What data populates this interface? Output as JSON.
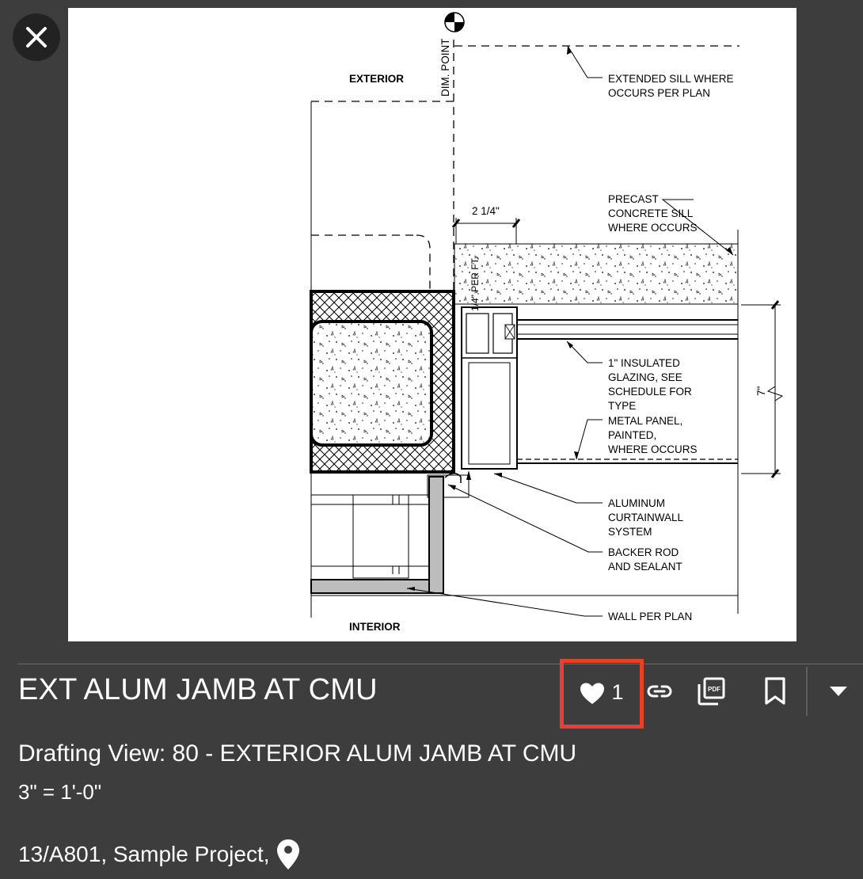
{
  "viewer": {
    "close_icon": "close-icon",
    "drawing_labels": {
      "exterior": "EXTERIOR",
      "interior": "INTERIOR",
      "dim_point": "DIM. POINT",
      "dim_2_1_4": "2 1/4\"",
      "per_ft": "1/4\" PER FT.",
      "dim_7": "7\"",
      "note_sill_1": "EXTENDED SILL WHERE",
      "note_sill_2": "OCCURS PER PLAN",
      "note_precast_1": "PRECAST",
      "note_precast_2": "CONCRETE SILL",
      "note_precast_3": "WHERE OCCURS",
      "note_glazing_1": "1\" INSULATED",
      "note_glazing_2": "GLAZING, SEE",
      "note_glazing_3": "SCHEDULE FOR",
      "note_glazing_4": "TYPE",
      "note_panel_1": "METAL PANEL,",
      "note_panel_2": "PAINTED,",
      "note_panel_3": "WHERE OCCURS",
      "note_alum_1": "ALUMINUM",
      "note_alum_2": "CURTAINWALL",
      "note_alum_3": "SYSTEM",
      "note_backer_1": "BACKER ROD",
      "note_backer_2": "AND SEALANT",
      "note_wall": "WALL PER PLAN"
    }
  },
  "detail": {
    "title": "EXT ALUM JAMB AT CMU",
    "subtitle": "Drafting View: 80 - EXTERIOR ALUM JAMB AT CMU",
    "scale": "3\" = 1'-0\"",
    "location": "13/A801, Sample Project,",
    "like_count": "1"
  },
  "toolbar": {
    "icons": [
      "heart-icon",
      "link-icon",
      "pdf-icon",
      "bookmark-icon",
      "chevron-down-icon"
    ]
  },
  "colors": {
    "background": "#3d3d3d",
    "highlight_border": "#e8402a",
    "text": "#ffffff"
  }
}
